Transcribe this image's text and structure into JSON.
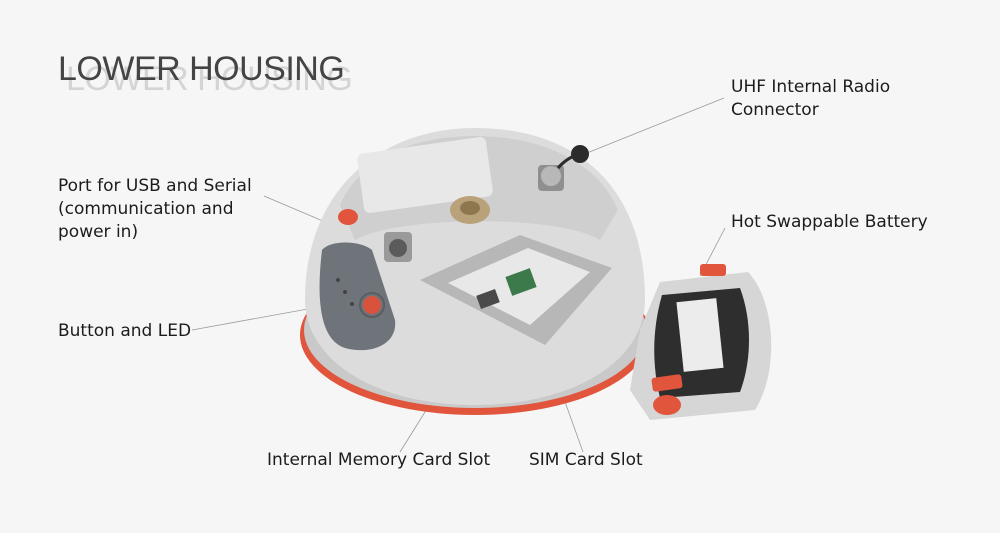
{
  "title": "LOWER HOUSING",
  "labels": {
    "uhf_line1": "UHF Internal Radio",
    "uhf_line2": "Connector",
    "usb_line1": "Port for USB and Serial",
    "usb_line2": "(communication and",
    "usb_line3": "power in)",
    "battery": "Hot Swappable Battery",
    "button_led": "Button and LED",
    "memory_slot": "Internal Memory Card Slot",
    "sim_slot": "SIM Card Slot"
  },
  "colors": {
    "background": "#f6f6f6",
    "housing": "#d9d9d9",
    "accent_red": "#e0553b",
    "panel": "#6f747a",
    "leader_line": "#9a9a9a"
  }
}
